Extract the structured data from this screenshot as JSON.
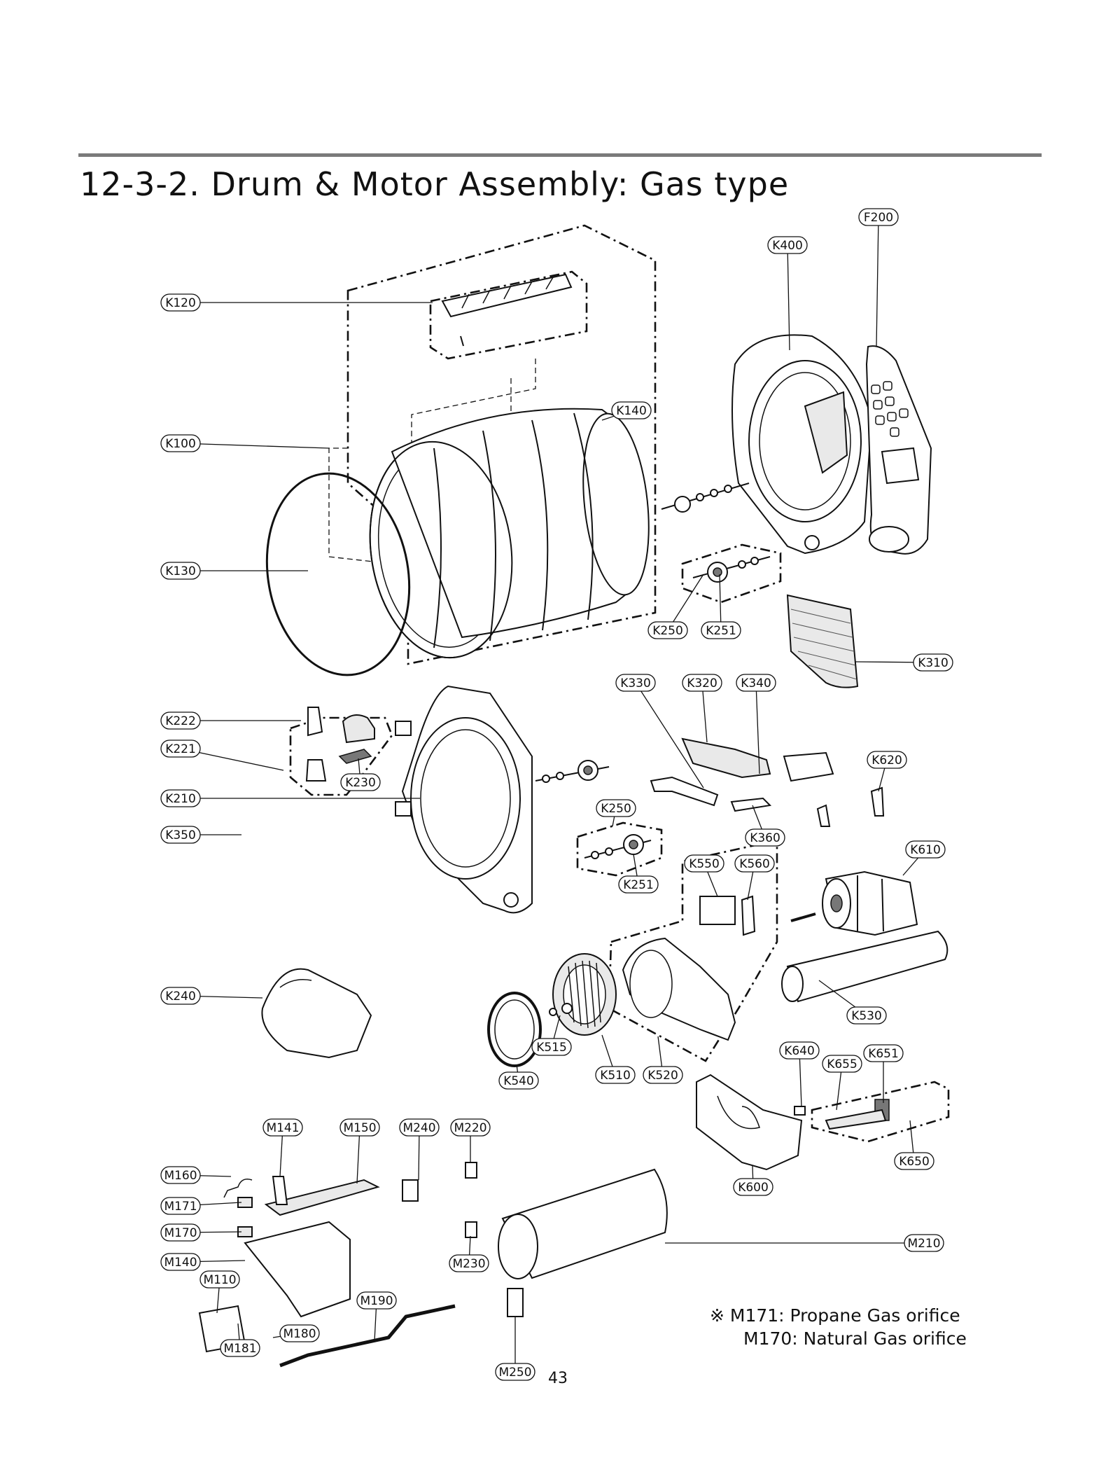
{
  "page": {
    "title": "12-3-2. Drum & Motor Assembly: Gas type",
    "page_number": "43"
  },
  "note": {
    "line1": "※ M171: Propane Gas orifice",
    "line2": "M170: Natural Gas orifice"
  },
  "parts": [
    "F200",
    "K400",
    "K120",
    "K140",
    "K100",
    "K130",
    "K250",
    "K251",
    "K310",
    "K330",
    "K320",
    "K340",
    "K222",
    "K221",
    "K230",
    "K210",
    "K620",
    "K350",
    "K250",
    "K360",
    "K610",
    "K550",
    "K560",
    "K251",
    "K240",
    "K530",
    "K515",
    "K510",
    "K520",
    "K540",
    "K640",
    "K651",
    "K655",
    "K650",
    "K600",
    "M141",
    "M150",
    "M240",
    "M220",
    "M160",
    "M171",
    "M170",
    "M140",
    "M230",
    "M210",
    "M110",
    "M190",
    "M180",
    "M181",
    "M250"
  ]
}
